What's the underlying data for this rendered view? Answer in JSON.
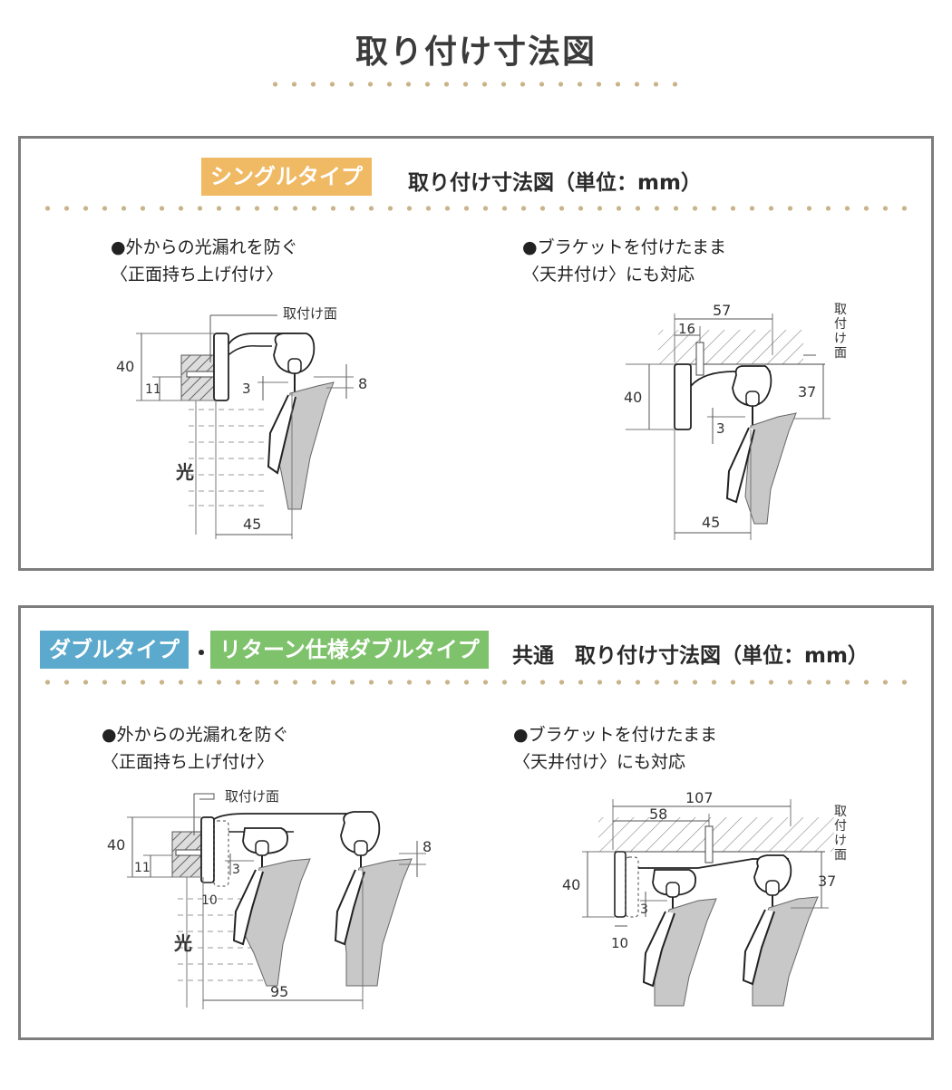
{
  "page_title": "取り付け寸法図",
  "single": {
    "badge": "シングルタイプ",
    "heading": "取り付け寸法図（単位：mm）",
    "left_caption_line1": "●外からの光漏れを防ぐ",
    "left_caption_line2": "〈正面持ち上げ付け〉",
    "right_caption_line1": "●ブラケットを付けたまま",
    "right_caption_line2": "〈天井付け〉にも対応",
    "left_diagram": {
      "surface_label": "取付け面",
      "light_label": "光",
      "dim_40": "40",
      "dim_11": "11",
      "dim_3": "3",
      "dim_8": "8",
      "dim_45": "45"
    },
    "right_diagram": {
      "surface_label": [
        "取",
        "付",
        "け",
        "面"
      ],
      "dim_57": "57",
      "dim_16": "16",
      "dim_40": "40",
      "dim_37": "37",
      "dim_3": "3",
      "dim_45": "45"
    }
  },
  "double": {
    "badge_blue": "ダブルタイプ",
    "separator": "・",
    "badge_green": "リターン仕様ダブルタイプ",
    "heading": "共通　取り付け寸法図（単位：mm）",
    "left_caption_line1": "●外からの光漏れを防ぐ",
    "left_caption_line2": "〈正面持ち上げ付け〉",
    "right_caption_line1": "●ブラケットを付けたまま",
    "right_caption_line2": "〈天井付け〉にも対応",
    "left_diagram": {
      "surface_label": "取付け面",
      "light_label": "光",
      "dim_40": "40",
      "dim_11": "11",
      "dim_3": "3",
      "dim_8": "8",
      "dim_10": "10",
      "dim_95": "95"
    },
    "right_diagram": {
      "surface_label": [
        "取",
        "付",
        "け",
        "面"
      ],
      "dim_107": "107",
      "dim_58": "58",
      "dim_40": "40",
      "dim_37": "37",
      "dim_3": "3",
      "dim_10": "10"
    }
  },
  "colors": {
    "orange": "#f0b963",
    "blue": "#5ba9cc",
    "green": "#7ec26b",
    "dots": "#c9b48a",
    "frame": "#7d7d7d"
  }
}
